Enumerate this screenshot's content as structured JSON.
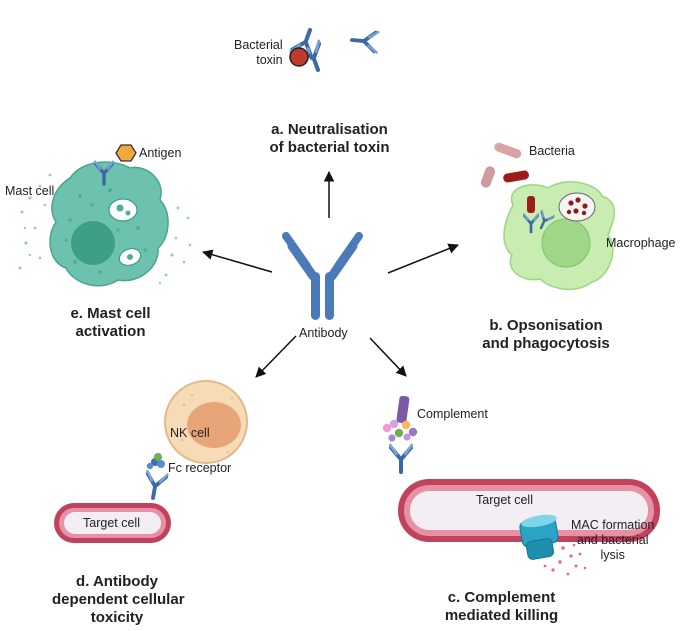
{
  "center": {
    "label": "Antibody"
  },
  "panels": {
    "a": {
      "title_line1": "a. Neutralisation",
      "title_line2": "of bacterial toxin",
      "toxin_label_line1": "Bacterial",
      "toxin_label_line2": "toxin"
    },
    "b": {
      "title_line1": "b. Opsonisation",
      "title_line2": "and phagocytosis",
      "bacteria_label": "Bacteria",
      "macrophage_label": "Macrophage"
    },
    "c": {
      "title_line1": "c. Complement",
      "title_line2": "mediated killing",
      "complement_label": "Complement",
      "target_label": "Target cell",
      "mac_line1": "MAC formation",
      "mac_line2": "and bacterial",
      "mac_line3": "lysis"
    },
    "d": {
      "title_line1": "d. Antibody",
      "title_line2": "dependent cellular",
      "title_line3": "toxicity",
      "nk_label": "NK cell",
      "fc_label": "Fc receptor",
      "target_label": "Target cell"
    },
    "e": {
      "title_line1": "e. Mast cell",
      "title_line2": "activation",
      "antigen_label": "Antigen",
      "mast_label": "Mast cell"
    }
  },
  "colors": {
    "antibody": "#4a7ab8",
    "toxin": "#c0392b",
    "macrophage": "#c9ecb0",
    "mast_cell": "#6cc2ae",
    "nk_cell": "#f2cda0",
    "target_membrane": "#c0425c",
    "antigen": "#f2a93b",
    "mac_pore": "#2aa4c4",
    "complement": "#8a6fb8"
  }
}
